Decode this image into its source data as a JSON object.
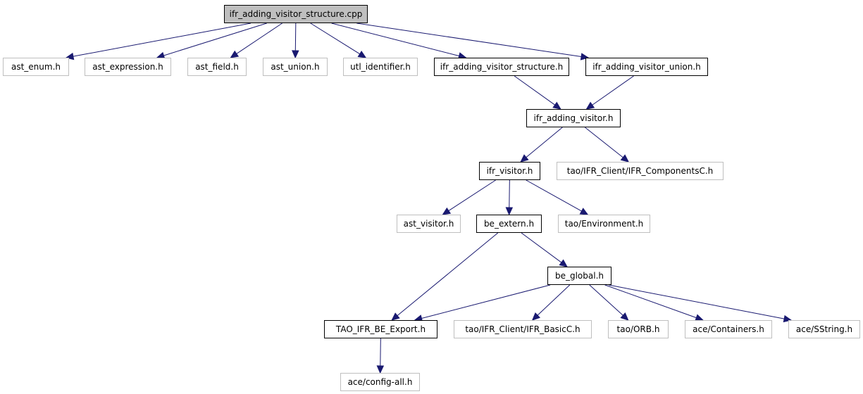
{
  "diagram": {
    "colors": {
      "edge": "#191970",
      "root_fill": "#bfbfbf",
      "documented_border": "#000000",
      "external_border": "#bfbfbf"
    },
    "nodes": {
      "root": {
        "label": "ifr_adding_visitor_structure.cpp"
      },
      "ast_enum": {
        "label": "ast_enum.h"
      },
      "ast_expression": {
        "label": "ast_expression.h"
      },
      "ast_field": {
        "label": "ast_field.h"
      },
      "ast_union": {
        "label": "ast_union.h"
      },
      "utl_identifier": {
        "label": "utl_identifier.h"
      },
      "structure_h": {
        "label": "ifr_adding_visitor_structure.h"
      },
      "union_h": {
        "label": "ifr_adding_visitor_union.h"
      },
      "adding_visitor": {
        "label": "ifr_adding_visitor.h"
      },
      "components": {
        "label": "tao/IFR_Client/IFR_ComponentsC.h"
      },
      "ifr_visitor": {
        "label": "ifr_visitor.h"
      },
      "ast_visitor": {
        "label": "ast_visitor.h"
      },
      "be_extern": {
        "label": "be_extern.h"
      },
      "environment": {
        "label": "tao/Environment.h"
      },
      "be_global": {
        "label": "be_global.h"
      },
      "tao_export": {
        "label": "TAO_IFR_BE_Export.h"
      },
      "basicc": {
        "label": "tao/IFR_Client/IFR_BasicC.h"
      },
      "orb": {
        "label": "tao/ORB.h"
      },
      "containers": {
        "label": "ace/Containers.h"
      },
      "sstring": {
        "label": "ace/SString.h"
      },
      "config_all": {
        "label": "ace/config-all.h"
      }
    },
    "edges": [
      [
        "root",
        "ast_enum"
      ],
      [
        "root",
        "ast_expression"
      ],
      [
        "root",
        "ast_field"
      ],
      [
        "root",
        "ast_union"
      ],
      [
        "root",
        "utl_identifier"
      ],
      [
        "root",
        "structure_h"
      ],
      [
        "root",
        "union_h"
      ],
      [
        "structure_h",
        "adding_visitor"
      ],
      [
        "union_h",
        "adding_visitor"
      ],
      [
        "adding_visitor",
        "ifr_visitor"
      ],
      [
        "adding_visitor",
        "components"
      ],
      [
        "ifr_visitor",
        "ast_visitor"
      ],
      [
        "ifr_visitor",
        "be_extern"
      ],
      [
        "ifr_visitor",
        "environment"
      ],
      [
        "be_extern",
        "tao_export"
      ],
      [
        "be_extern",
        "be_global"
      ],
      [
        "be_global",
        "tao_export"
      ],
      [
        "be_global",
        "basicc"
      ],
      [
        "be_global",
        "orb"
      ],
      [
        "be_global",
        "containers"
      ],
      [
        "be_global",
        "sstring"
      ],
      [
        "tao_export",
        "config_all"
      ]
    ]
  }
}
